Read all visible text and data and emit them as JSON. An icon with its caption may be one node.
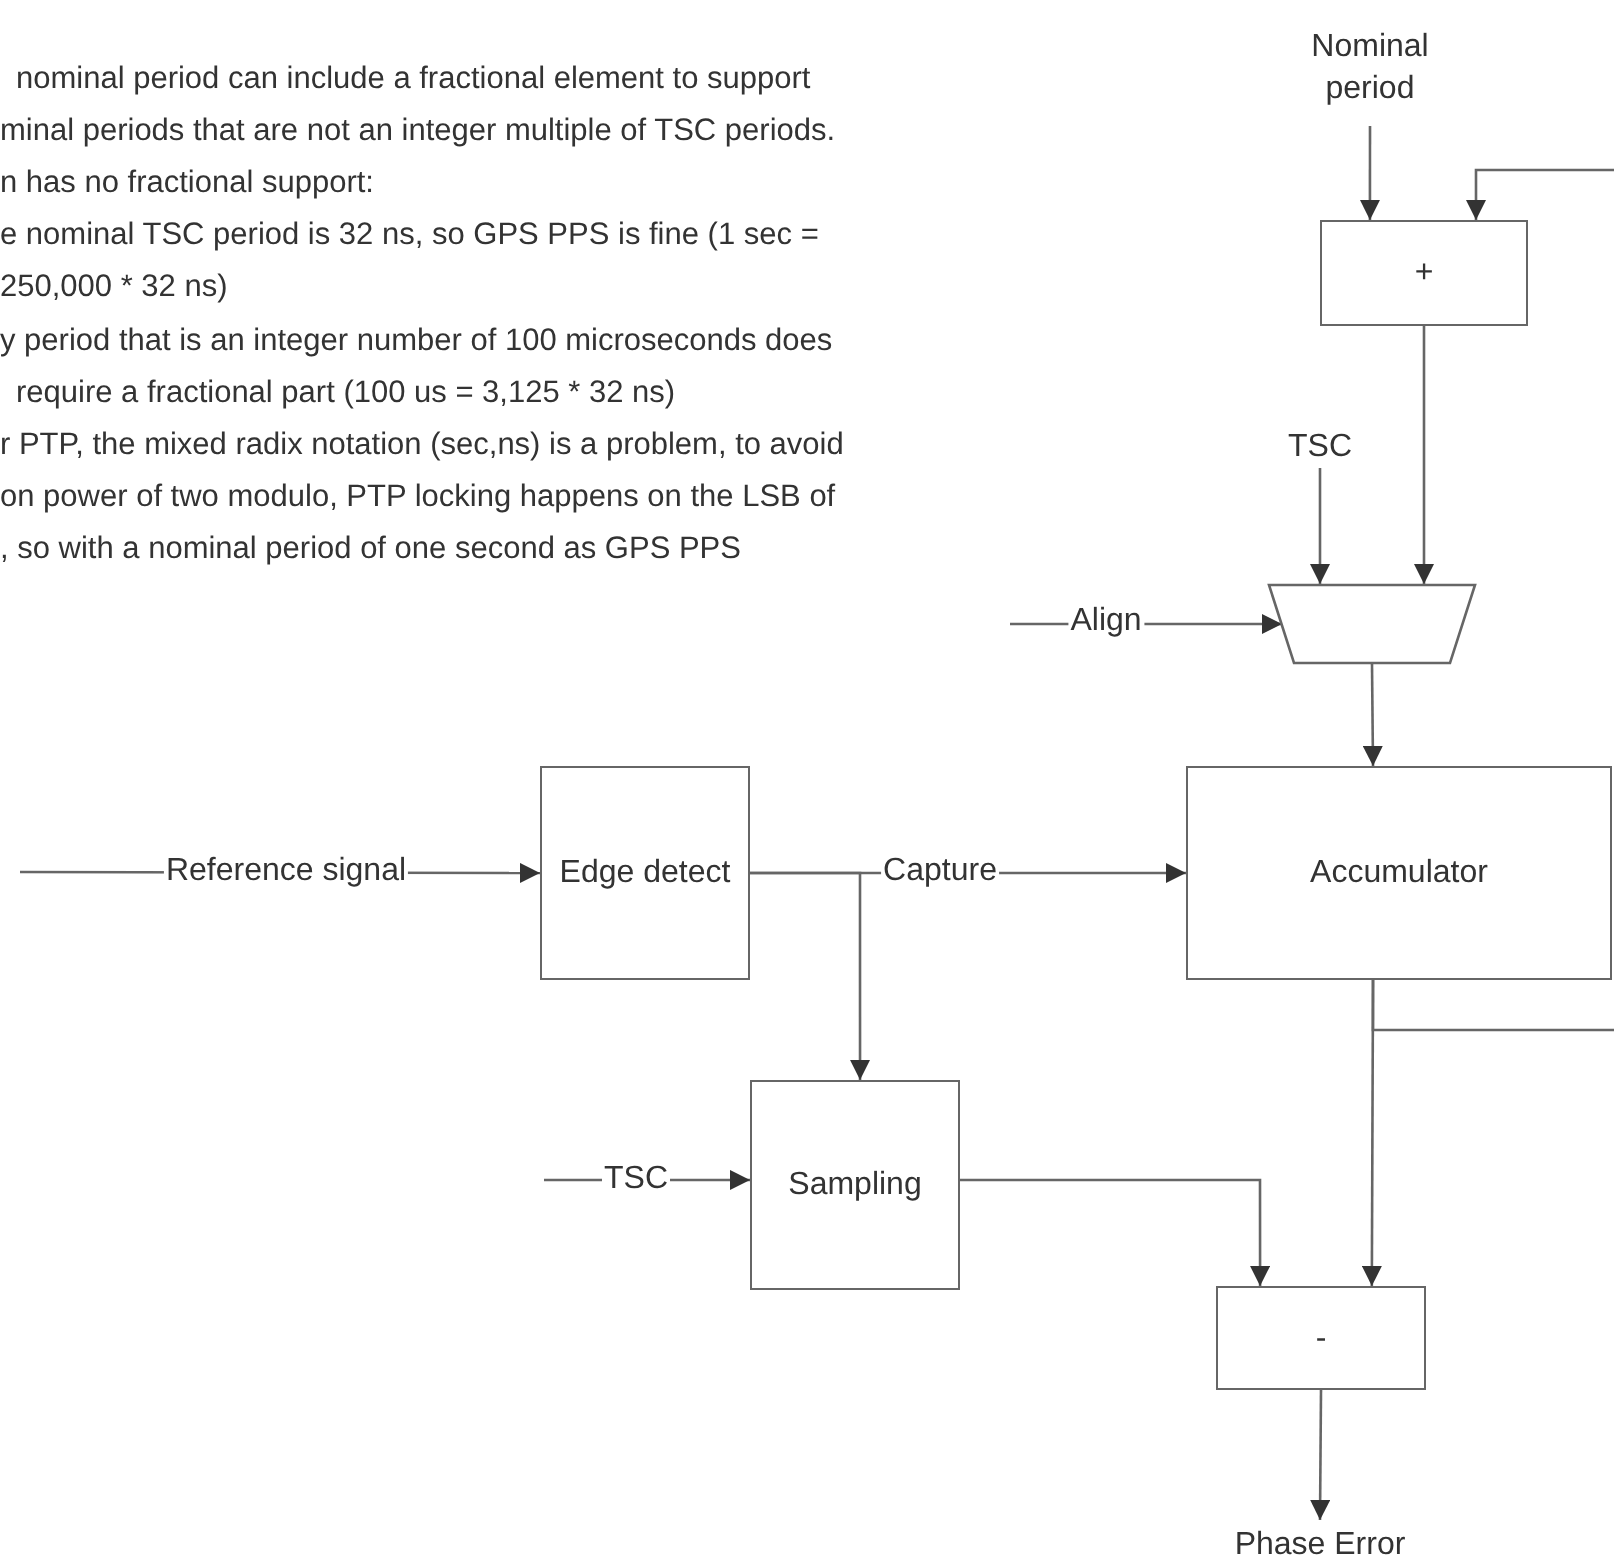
{
  "diagram": {
    "nodes": [
      {
        "text": [
          "Nominal period"
        ]
      },
      {
        "text": [
          "+"
        ]
      },
      {
        "text": [
          "TSC"
        ]
      },
      {
        "text": [],
        "shape": "trapezoid"
      },
      {
        "text": [
          "Edge detect"
        ]
      },
      {
        "text": [
          "Accumulator"
        ]
      },
      {
        "text": [
          "Sampling"
        ]
      },
      {
        "text": [
          "-"
        ]
      },
      {
        "text": [
          "Phase Error"
        ]
      }
    ],
    "edges": [
      {
        "from": 0,
        "to": 1,
        "arrow": "to"
      },
      {
        "from": null,
        "to": 1,
        "arrow": "to"
      },
      {
        "from": 1,
        "to": 3,
        "arrow": "to"
      },
      {
        "from": 2,
        "to": 3,
        "arrow": "to"
      },
      {
        "from": null,
        "to": 3,
        "arrow": "to",
        "label": "Align"
      },
      {
        "from": 3,
        "to": 5,
        "arrow": "to"
      },
      {
        "from": null,
        "to": 4,
        "arrow": "to",
        "label": "Reference signal"
      },
      {
        "from": 4,
        "to": 5,
        "arrow": "to",
        "label": "Capture"
      },
      {
        "from": 4,
        "to": 6,
        "arrow": "to"
      },
      {
        "from": null,
        "to": 6,
        "arrow": "to",
        "label": "TSC"
      },
      {
        "from": 6,
        "to": 7,
        "arrow": "to"
      },
      {
        "from": 5,
        "to": 7,
        "arrow": "to"
      },
      {
        "from": 7,
        "to": 8,
        "arrow": "to"
      },
      {
        "from": 5,
        "to": null,
        "arrow": "none"
      }
    ],
    "labels": [
      "nominal period can include a fractional element to support",
      "minal periods that are not an integer multiple of TSC periods.",
      "n has no fractional support:",
      "e nominal TSC period is 32 ns, so GPS PPS is fine (1 sec =",
      "250,000 * 32 ns)",
      "y period that is an integer number of 100 microseconds does",
      "require a fractional part (100 us  = 3,125 * 32 ns)",
      "r PTP, the mixed radix notation (sec,ns) is a problem, to avoid",
      "on power of two modulo, PTP locking happens on the LSB of",
      ", so with a nominal period of one second as GPS PPS"
    ]
  }
}
